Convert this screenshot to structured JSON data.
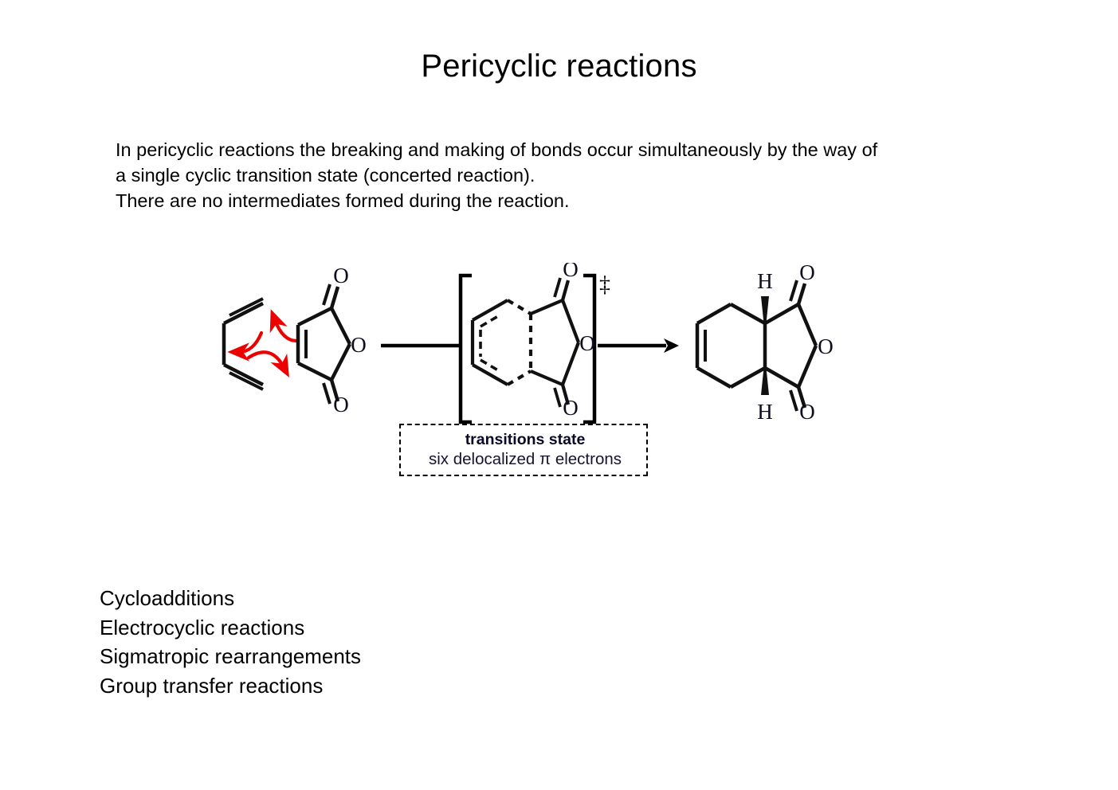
{
  "slide": {
    "title": "Pericyclic reactions",
    "background_color": "#ffffff",
    "text_color": "#000000"
  },
  "intro": {
    "line1": "In pericyclic reactions the breaking and making of bonds occur simultaneously by the way of",
    "line2": "a single cyclic transition state (concerted reaction).",
    "line3": "There are no intermediates formed during the reaction."
  },
  "scheme": {
    "reactant_diene": {
      "name": "1,3-butadiene",
      "note": "s-cis butadiene drawn as two double bonds flanking a central single bond"
    },
    "reactant_dienophile": {
      "name": "maleic anhydride",
      "labels": {
        "carbonyl_oxygen_top": "O",
        "ring_oxygen": "O",
        "carbonyl_oxygen_bottom": "O"
      }
    },
    "transition_state": {
      "bracket": true,
      "dagger": "‡",
      "labels": {
        "carbonyl_oxygen_top": "O",
        "ring_oxygen": "O",
        "carbonyl_oxygen_bottom": "O"
      }
    },
    "product": {
      "name": "cis-4-cyclohexene-1,2-dicarboxylic anhydride",
      "labels": {
        "hydrogen_top": "H",
        "hydrogen_bottom": "H",
        "carbonyl_oxygen_top": "O",
        "ring_oxygen": "O",
        "carbonyl_oxygen_bottom": "O"
      }
    },
    "arrow_colors": {
      "electron_pushing_arrow": "#ee0000",
      "reaction_arrow": "#000000",
      "bond": "#000000"
    }
  },
  "caption": {
    "line1": "transitions state",
    "line2": "six delocalized π electrons"
  },
  "types": {
    "items": [
      "Cycloadditions",
      "Electrocyclic reactions",
      "Sigmatropic rearrangements",
      "Group transfer reactions"
    ]
  }
}
